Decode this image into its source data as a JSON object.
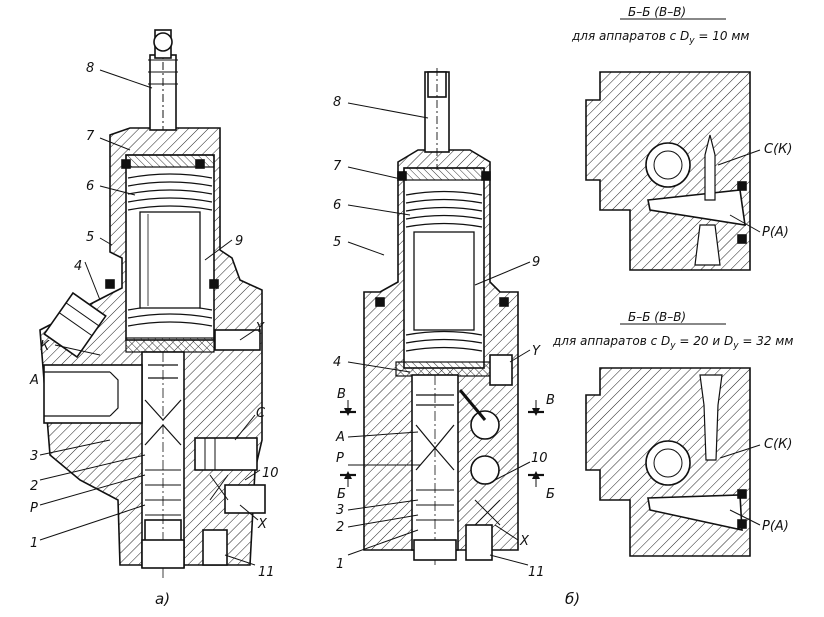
{
  "view_a": {
    "labels": {
      "n8": "8",
      "n7": "7",
      "n6": "6",
      "n5": "5",
      "n4": "4",
      "n9": "9",
      "K": "К",
      "A": "А",
      "n3": "3",
      "n2": "2",
      "P": "Р",
      "n1": "1",
      "Y": "Y",
      "C": "С",
      "n10": "10",
      "X": "X",
      "n11": "11"
    },
    "caption": "а)"
  },
  "view_b": {
    "labels": {
      "n8": "8",
      "n7": "7",
      "n6": "6",
      "n5": "5",
      "n9": "9",
      "Y": "Y",
      "n4": "4",
      "B_left": "В",
      "B_right": "В",
      "A": "А",
      "P": "Р",
      "n10": "10",
      "Bsec_left": "Б",
      "Bsec_right": "Б",
      "n3": "3",
      "n2": "2",
      "n1": "1",
      "X": "X",
      "n11": "11"
    },
    "caption": "б)"
  },
  "section_top": {
    "title": "Б–Б (В–В)",
    "subtitle_pre": "для аппаратов с D",
    "subtitle_sub": "у",
    "subtitle_post": " = 10 мм",
    "label_ck": "С(К)",
    "label_pa": "Р(А)"
  },
  "section_bottom": {
    "title": "Б–Б (В–В)",
    "subtitle_pre": "для аппаратов с D",
    "subtitle_sub1": "у",
    "subtitle_mid": " = 20 и D",
    "subtitle_sub2": "у",
    "subtitle_post": " = 32 мм",
    "label_ck": "С(К)",
    "label_pa": "Р(А)"
  }
}
